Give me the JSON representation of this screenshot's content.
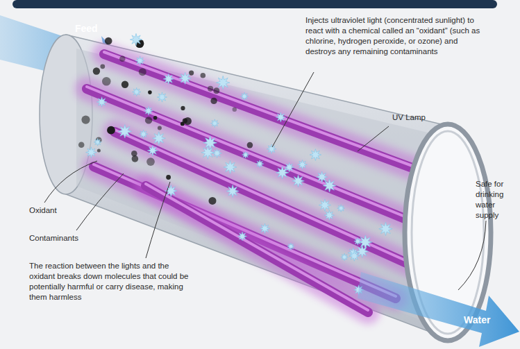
{
  "diagram": {
    "labels": [
      "Injects ultraviolet light (concentrated sunlight) to react with a chemical called an “oxidant” (such as chlorine, hydrogen peroxide, or ozone) and destroys any remaining contaminants",
      "UV Lamp",
      "Feed",
      "Oxidant",
      "Contaminants",
      "Safe for drinking water supply",
      "The reaction between the lights and the oxidant breaks down molecules that could be potentially harmful or carry disease, making them harmless",
      "Water"
    ]
  }
}
